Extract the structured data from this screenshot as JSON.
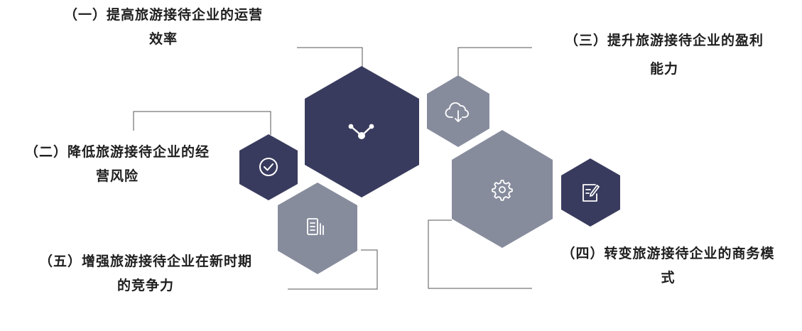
{
  "items": [
    {
      "line1": "（一）提高旅游接待企业的运营",
      "line2": "效率"
    },
    {
      "line1": "（二）降低旅游接待企业的经",
      "line2": "营风险"
    },
    {
      "line1": "（三）提升旅游接待企业的盈利",
      "line2": "能力"
    },
    {
      "line1": "（四）转变旅游接待企业的商务模",
      "line2": "式"
    },
    {
      "line1": "（五）增强旅游接待企业在新时期",
      "line2": "的竞争力"
    }
  ],
  "icons": {
    "hex_main": "share-nodes-icon",
    "hex_check": "check-circle-icon",
    "hex_cloud": "cloud-download-icon",
    "hex_gear": "gear-icon",
    "hex_edit": "edit-note-icon",
    "hex_doc": "document-icon"
  },
  "colors": {
    "navy": "#393b5e",
    "gray": "#878c9d",
    "line": "#555555"
  }
}
